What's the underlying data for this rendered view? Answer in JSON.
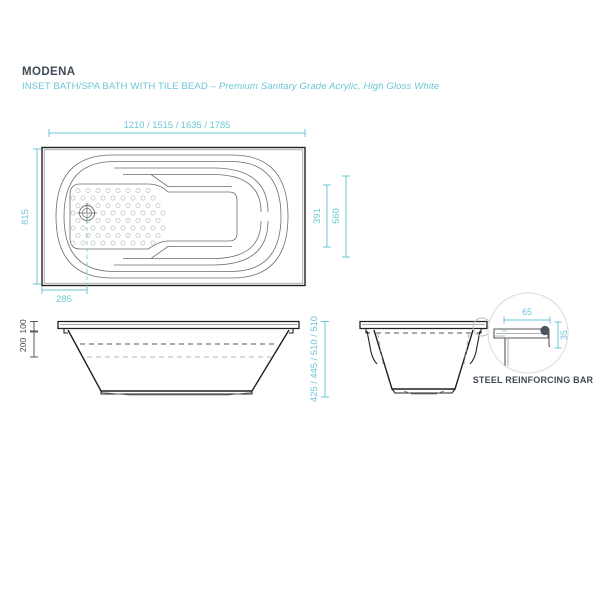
{
  "sheet": {
    "background_color": "#ffffff",
    "accent_color": "#6cc6d6",
    "line_color": "#231f20",
    "thin_line_color": "#6d6e71",
    "dark_text_color": "#3f4a56"
  },
  "title": {
    "product_name": "MODENA",
    "description_plain": "INSET BATH/SPA BATH WITH TILE BEAD – ",
    "description_italic": "Premium Sanitary Grade Acrylic, High Gloss White"
  },
  "views": {
    "plan": {
      "name": "plan-view",
      "dimensions": {
        "length": "1210 / 1515 / 1635 / 1785",
        "width": "815",
        "inner_width": "560",
        "bathing_well_width": "391",
        "waste_offset": "285"
      }
    },
    "front_elevation": {
      "name": "front-elevation-view",
      "dimensions": {
        "tile_bead": "100",
        "rim_to_line": "200",
        "height": "425 / 445 / 510 / 510"
      }
    },
    "end_elevation": {
      "name": "end-elevation-view"
    },
    "detail": {
      "name": "steel-reinforcing-bar-detail",
      "label": "STEEL REINFORCING BAR",
      "dimensions": {
        "bar_length": "65",
        "bar_depth": "35"
      }
    }
  }
}
